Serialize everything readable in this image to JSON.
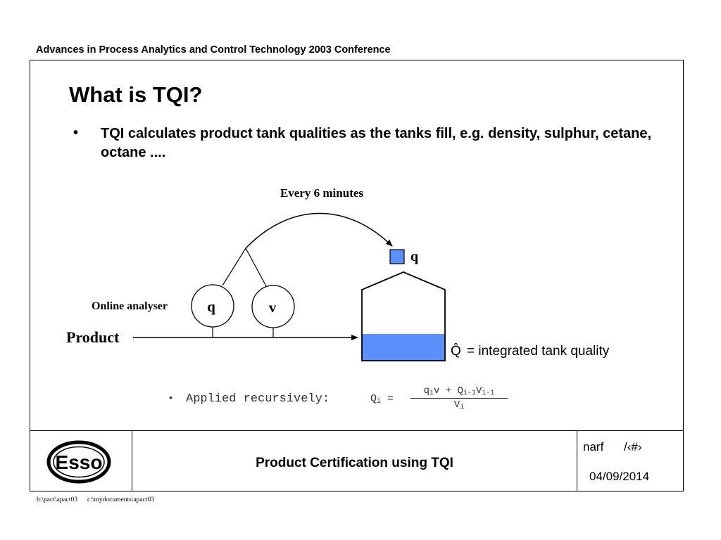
{
  "header": {
    "conference": "Advances in Process Analytics and Control Technology 2003 Conference"
  },
  "slide": {
    "title": "What is TQI?",
    "bullet_symbol": "•",
    "bullet_text": "TQI calculates product tank qualities as the tanks fill, e.g. density, sulphur, cetane, octane ...."
  },
  "diagram": {
    "every_label": "Every 6 minutes",
    "sample_label": "q",
    "online_analyser_label": "Online analyser",
    "analyser_q_label": "q",
    "analyser_v_label": "v",
    "product_label": "Product",
    "q_hat_symbol": "Q̂",
    "tank_quality_label": "= integrated tank quality",
    "tank_fill_fraction": 0.38,
    "colors": {
      "sample": "#5b8ff9",
      "tank_fill": "#5b8ff9",
      "lines": "#000000"
    }
  },
  "formula": {
    "bullet": "•",
    "applied": "Applied recursively:",
    "lhs_symbol": "Q",
    "lhs_sub": "i",
    "equals": "=",
    "num_q": "q",
    "num_q_sub": "i",
    "num_mid": "v + Q",
    "num_Q_sub": "i-1",
    "num_V": "V",
    "num_V_sub": "i-1",
    "den_V": "V",
    "den_V_sub": "i"
  },
  "footer": {
    "logo_text": "Esso",
    "title": "Product Certification using TQI",
    "narf": "narf",
    "page": "/‹#›",
    "date": "04/09/2014"
  },
  "path_note": {
    "left": "h:\\pact\\apact03",
    "right": "c:\\mydocuments\\apact03"
  }
}
